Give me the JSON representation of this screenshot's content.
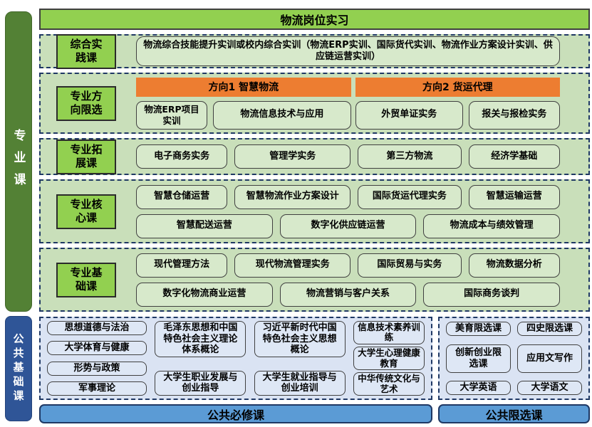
{
  "top_bar": {
    "label": "物流岗位实习"
  },
  "side_bars": {
    "professional": "专业课",
    "public_basic": "公共基础课"
  },
  "colors": {
    "dark_green_bar": "#538135",
    "bright_green": "#92D050",
    "section_green_bg": "#C9DFBA",
    "course_box_green": "#D7E9CB",
    "orange_header": "#ED7D31",
    "dark_blue_bar": "#2F5597",
    "dashed_border_navy": "#1F3864",
    "public_panel_blue": "#DAE3F3",
    "public_box_blue": "#DEE7F5",
    "bottom_bar_blue": "#5B9BD5"
  },
  "sections": {
    "practice": {
      "label_lines": [
        "综合实",
        "践课"
      ],
      "content": "物流综合技能提升实训或校内综合实训（物流ERP实训、国际货代实训、物流作业方案设计实训、供应链运营实训）"
    },
    "direction": {
      "label_lines": [
        "专业方",
        "向限选"
      ],
      "direction1": {
        "header": "方向1 智慧物流",
        "courses": [
          "物流ERP项目实训",
          "物流信息技术与应用"
        ]
      },
      "direction2": {
        "header": "方向2 货运代理",
        "courses": [
          "外贸单证实务",
          "报关与报检实务"
        ]
      }
    },
    "expansion": {
      "label_lines": [
        "专业拓",
        "展课"
      ],
      "courses": [
        "电子商务实务",
        "管理学实务",
        "第三方物流",
        "经济学基础"
      ]
    },
    "core": {
      "label_lines": [
        "专业核",
        "心课"
      ],
      "row1": [
        "智慧仓储运营",
        "智慧物流作业方案设计",
        "国际货运代理实务",
        "智慧运输运营"
      ],
      "row2": [
        "智慧配送运营",
        "数字化供应链运营",
        "物流成本与绩效管理"
      ]
    },
    "foundation": {
      "label_lines": [
        "专业基",
        "础课"
      ],
      "row1": [
        "现代管理方法",
        "现代物流管理实务",
        "国际贸易与实务",
        "物流数据分析"
      ],
      "row2": [
        "数字化物流商业运营",
        "物流营销与客户关系",
        "国际商务谈判"
      ]
    }
  },
  "public_required": {
    "bar_label": "公共必修课",
    "col1": [
      "思想道德与法治",
      "大学体育与健康",
      "形势与政策",
      "军事理论"
    ],
    "col2": [
      "毛泽东思想和中国特色社会主义理论体系概论",
      "大学生职业发展与创业指导"
    ],
    "col3": [
      "习近平新时代中国特色社会主义思想概论",
      "大学生就业指导与创业培训"
    ],
    "col4": [
      "信息技术素养训练",
      "大学生心理健康教育",
      "中华传统文化与艺术"
    ]
  },
  "public_elective": {
    "bar_label": "公共限选课",
    "row1": [
      "美育限选课",
      "四史限选课"
    ],
    "row2": [
      "创新创业限选课",
      "应用文写作"
    ],
    "row3": [
      "大学英语",
      "大学语文"
    ]
  }
}
